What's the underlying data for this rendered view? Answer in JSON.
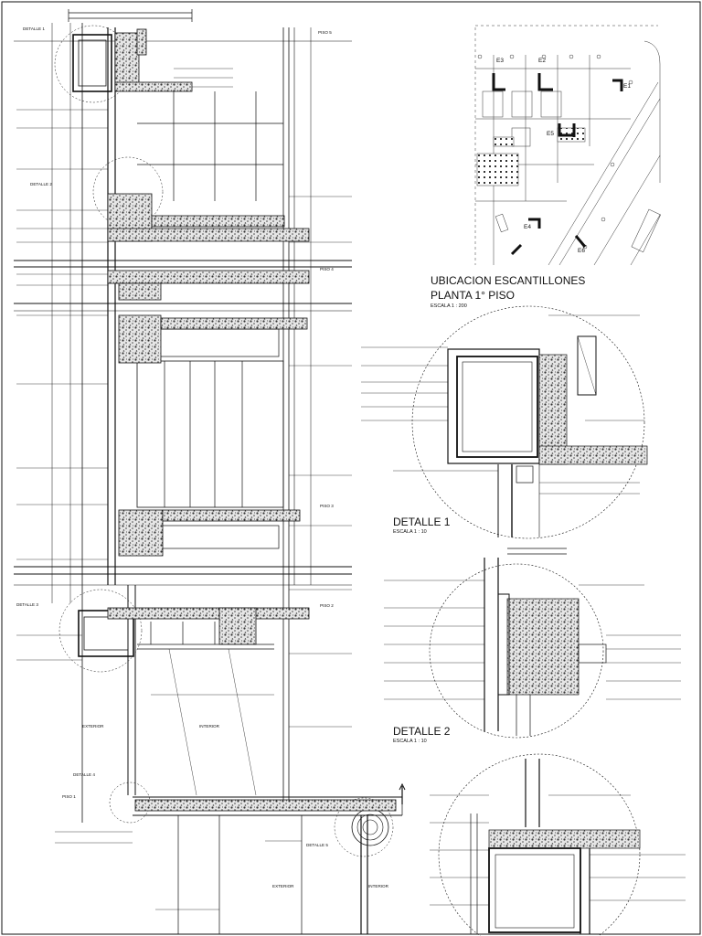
{
  "labels": {
    "ubicacion_title_1": "UBICACION ESCANTILLONES",
    "ubicacion_title_2": "PLANTA 1° PISO",
    "ubicacion_scale": "ESCALA 1 : 200",
    "detalle1_title": "DETALLE 1",
    "detalle1_scale": "ESCALA 1 : 10",
    "detalle2_title": "DETALLE 2",
    "detalle2_scale": "ESCALA 1 : 10",
    "tag_detalle1_top": "DETALLE 1",
    "tag_detalle2": "DETALLE 2",
    "tag_detalle3": "DETALLE 3",
    "tag_detalle4": "DETALLE 4",
    "tag_detalle5": "DETALLE 5",
    "piso_5": "PISO 5",
    "piso_4": "PISO 4",
    "piso_3": "PISO 3",
    "piso_2": "PISO 2",
    "piso_1": "PISO 1",
    "exterior_1": "EXTERIOR",
    "interior_1": "INTERIOR",
    "exterior_2": "EXTERIOR",
    "interior_2": "INTERIOR",
    "plan_e1": "E1",
    "plan_e2": "E2",
    "plan_e3": "E3",
    "plan_e4": "E4",
    "plan_e5": "E5",
    "plan_e6": "E6"
  },
  "colors": {
    "ink": "#111111",
    "paper": "#ffffff",
    "hatch": "#555555"
  }
}
